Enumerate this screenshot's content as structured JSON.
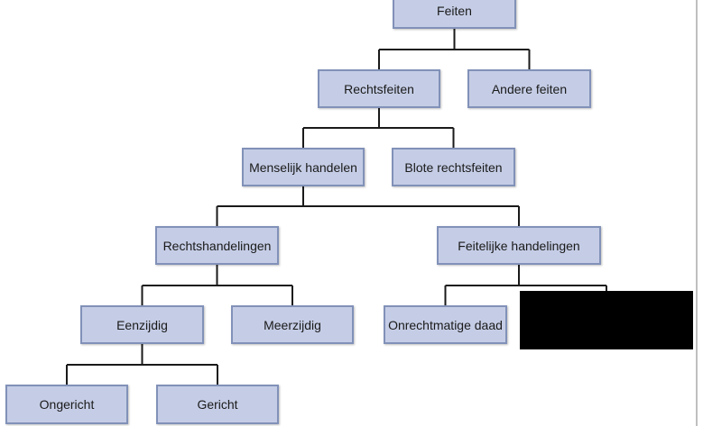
{
  "diagram": {
    "nodes": [
      {
        "id": "feiten",
        "label": "Feiten"
      },
      {
        "id": "rechtsfeiten",
        "label": "Rechtsfeiten"
      },
      {
        "id": "andere-feiten",
        "label": "Andere feiten"
      },
      {
        "id": "menselijk-handelen",
        "label": "Menselijk handelen"
      },
      {
        "id": "blote-rechtsfeiten",
        "label": "Blote rechtsfeiten"
      },
      {
        "id": "rechtshandelingen",
        "label": "Rechtshandelingen"
      },
      {
        "id": "feitelijke-handelingen",
        "label": "Feitelijke handelingen"
      },
      {
        "id": "eenzijdig",
        "label": "Eenzijdig"
      },
      {
        "id": "meerzijdig",
        "label": "Meerzijdig"
      },
      {
        "id": "onrechtmatige-daad",
        "label": "Onrechtmatige daad"
      },
      {
        "id": "redacted-node",
        "label": ""
      },
      {
        "id": "ongericht",
        "label": "Ongericht"
      },
      {
        "id": "gericht",
        "label": "Gericht"
      }
    ],
    "edges": [
      {
        "from": "feiten",
        "to": [
          "rechtsfeiten",
          "andere-feiten"
        ]
      },
      {
        "from": "rechtsfeiten",
        "to": [
          "menselijk-handelen",
          "blote-rechtsfeiten"
        ]
      },
      {
        "from": "menselijk-handelen",
        "to": [
          "rechtshandelingen",
          "feitelijke-handelingen"
        ]
      },
      {
        "from": "rechtshandelingen",
        "to": [
          "eenzijdig",
          "meerzijdig"
        ]
      },
      {
        "from": "feitelijke-handelingen",
        "to": [
          "onrechtmatige-daad",
          "redacted-node"
        ]
      },
      {
        "from": "eenzijdig",
        "to": [
          "ongericht",
          "gericht"
        ]
      }
    ],
    "colors": {
      "node_fill": "#c5cde6",
      "node_border": "#8191b8",
      "connector": "#1a1a1a",
      "redaction": "#000000"
    }
  }
}
